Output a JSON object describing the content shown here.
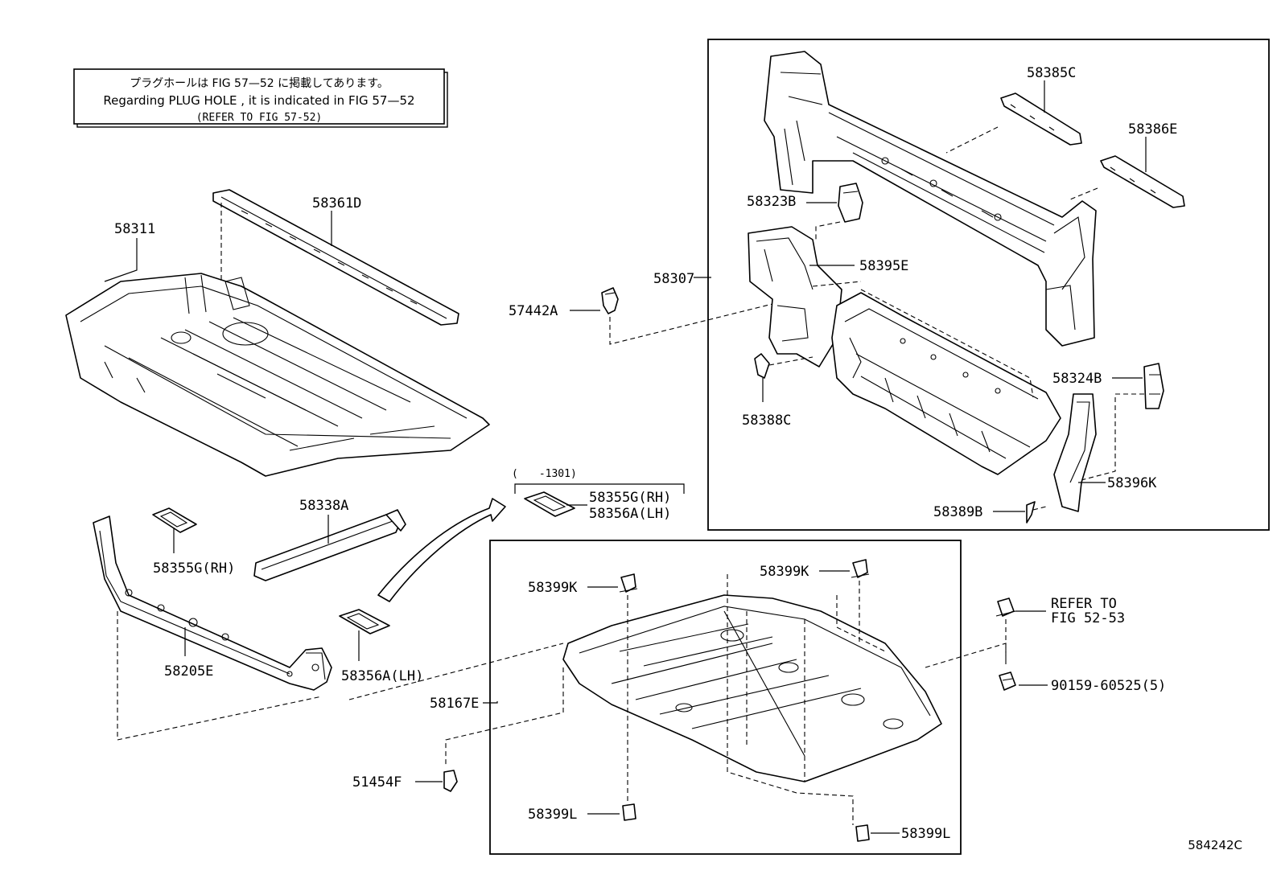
{
  "note": {
    "line1": "プラグホールは FIG 57—52 に掲載してあります。",
    "line2": "Regarding PLUG HOLE , it is indicated in FIG 57—52",
    "line3": "(REFER TO FIG 57-52)"
  },
  "labels": {
    "p58311": "58311",
    "p58361D": "58361D",
    "p58338A": "58338A",
    "p58355G_left": "58355G(RH)",
    "p58356A_left": "58356A(LH)",
    "p58205E": "58205E",
    "p58167E": "58167E",
    "p51454F": "51454F",
    "p57442A": "57442A",
    "p58307": "58307",
    "p58385C": "58385C",
    "p58386E": "58386E",
    "p58323B": "58323B",
    "p58395E": "58395E",
    "p58388C": "58388C",
    "p58324B": "58324B",
    "p58396K": "58396K",
    "p58389B": "58389B",
    "p58399K_a": "58399K",
    "p58399K_b": "58399K",
    "p58399L_a": "58399L",
    "p58399L_b": "58399L",
    "p58355G_inset": "58355G(RH)",
    "p58356A_inset": "58356A(LH)",
    "p90159": "90159-60525(5)",
    "refer_to_1": "REFER TO",
    "refer_to_2": "FIG 52-53"
  },
  "inset_range": "(　　-1301)",
  "figure_code": "584242C"
}
